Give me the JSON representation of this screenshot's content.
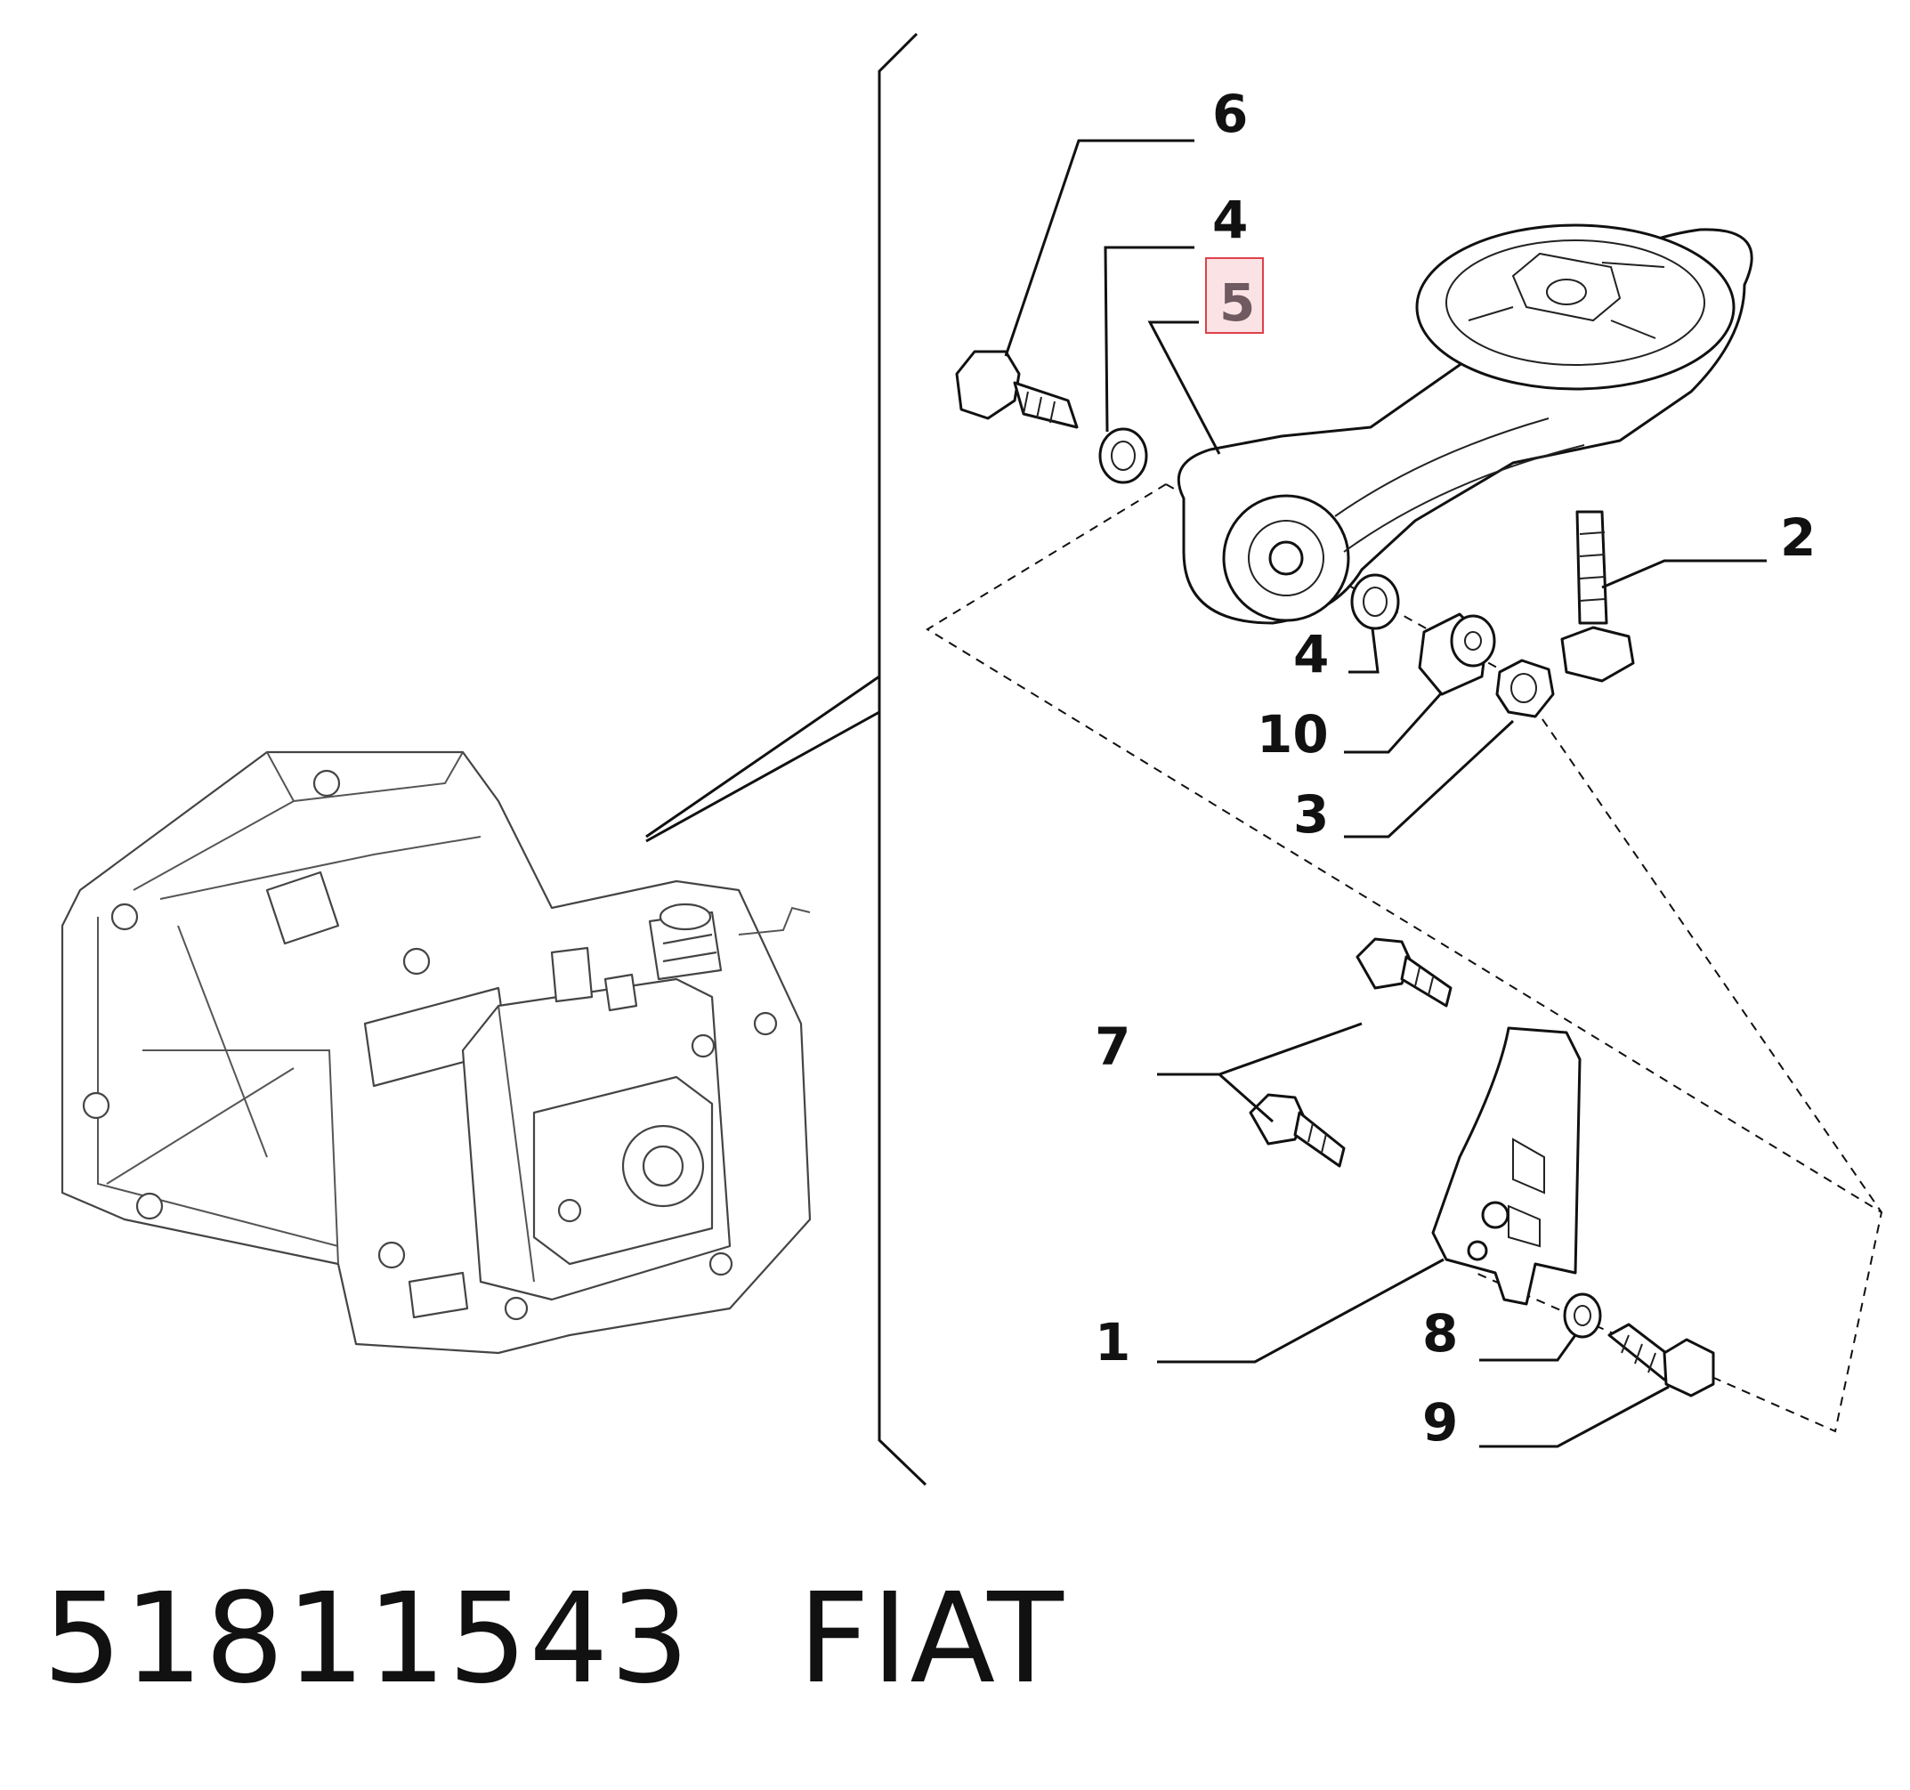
{
  "callouts": {
    "c1": "1",
    "c2": "2",
    "c3": "3",
    "c4a": "4",
    "c4b": "4",
    "c5": "5",
    "c6": "6",
    "c7": "7",
    "c8": "8",
    "c9": "9",
    "c10": "10"
  },
  "highlight": {
    "callout": "5",
    "color": "#e0404a"
  },
  "footer": {
    "part_number": "51811543",
    "brand": "FIAT"
  }
}
